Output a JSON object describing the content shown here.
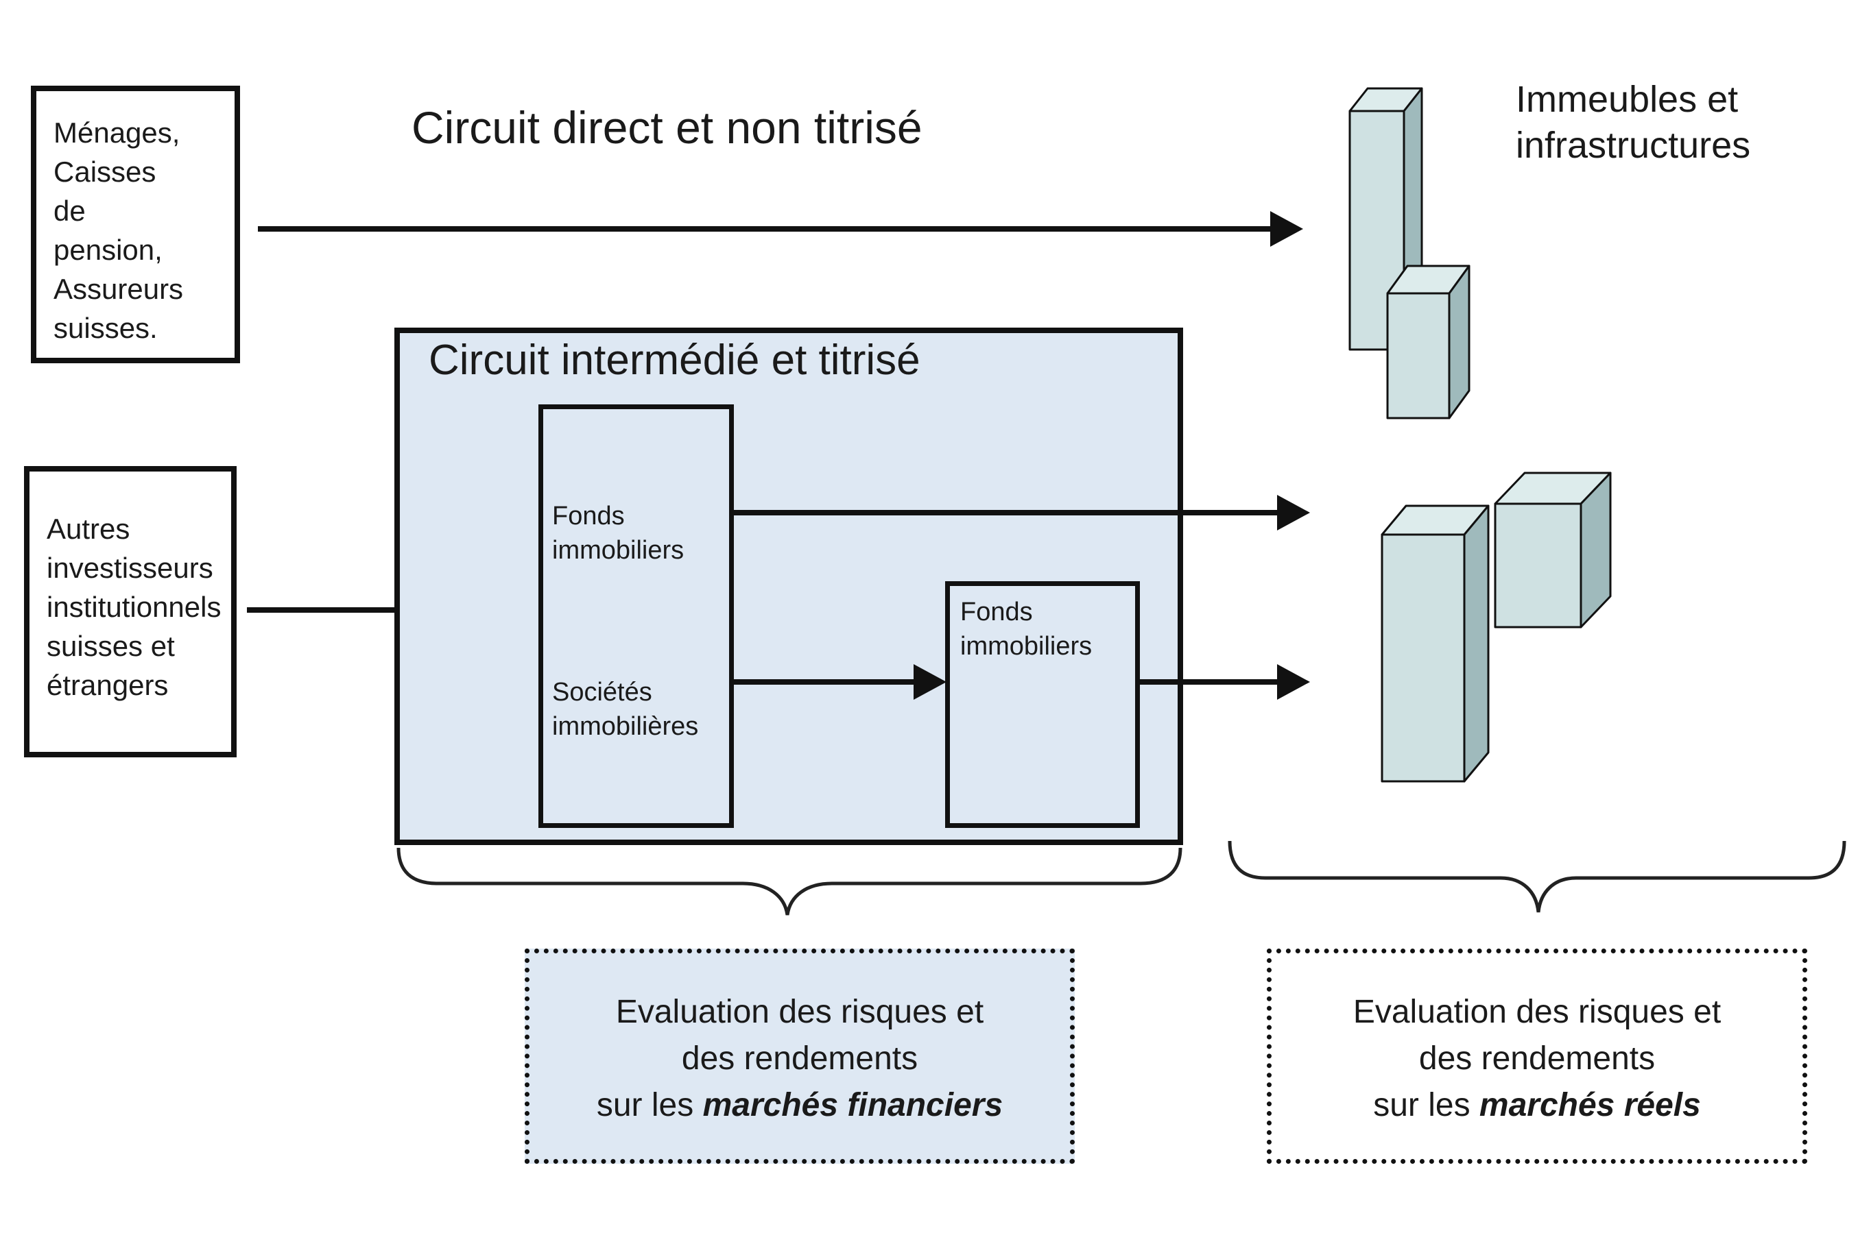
{
  "colors": {
    "panel_blue": "#dee8f3",
    "building_front": "#cfe1e2",
    "building_top": "#ddecec",
    "building_side": "#9fbabc",
    "line": "#111111"
  },
  "sources": {
    "menages": "Ménages,\nCaisses\nde\npension,\nAssureurs\nsuisses.",
    "autres": "Autres\ninvestisseurs\ninstitutionnels\nsuisses et\nétrangers"
  },
  "circuits": {
    "direct_title": "Circuit direct et non titrisé",
    "intermedie_title": "Circuit intermédié et titrisé"
  },
  "intermediaries": {
    "fonds_immobiliers": "Fonds\nimmobiliers",
    "societes_immobilieres": "Sociétés\nimmobilières",
    "fonds_immobiliers_2": "Fonds\nimmobiliers"
  },
  "assets": {
    "immeubles_label": "Immeubles et\ninfrastructures"
  },
  "evaluations": {
    "financiers": {
      "line1": "Evaluation des risques et",
      "line2": "des rendements",
      "prefix": "sur les ",
      "emph": "marchés financiers"
    },
    "reels": {
      "line1": "Evaluation des risques et",
      "line2": "des rendements",
      "prefix": "sur les ",
      "emph": "marchés réels"
    }
  }
}
